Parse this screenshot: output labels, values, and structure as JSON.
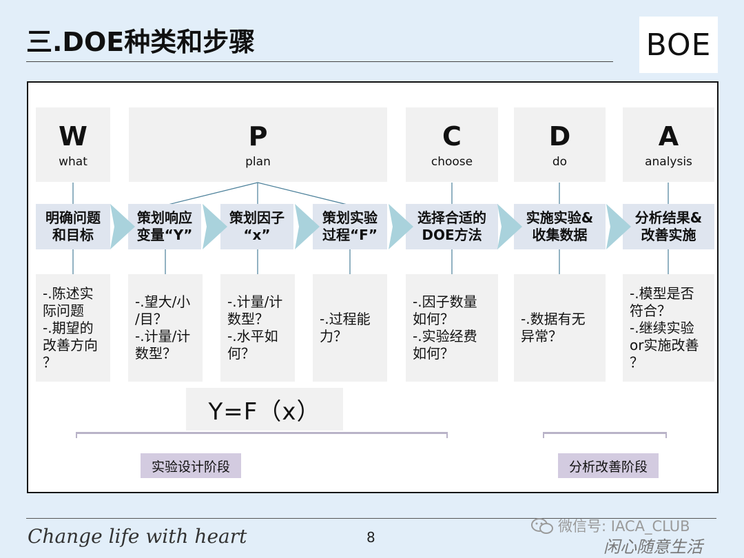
{
  "slide": {
    "title": "三.DOE种类和步骤",
    "logo_text": "BOE",
    "footer_slogan": "Change life with heart",
    "page_number": "8",
    "watermark_text": "微信号: IACA_CLUB",
    "watermark_signature": "闲心随意生活"
  },
  "phases": [
    {
      "key": "W",
      "word": "what"
    },
    {
      "key": "P",
      "word": "plan"
    },
    {
      "key": "C",
      "word": "choose"
    },
    {
      "key": "D",
      "word": "do"
    },
    {
      "key": "A",
      "word": "analysis"
    }
  ],
  "steps": [
    {
      "label": "明确问题\n和目标",
      "desc": "-.陈述实\n际问题\n-.期望的\n改善方向\n？"
    },
    {
      "label": "策划响应\n变量“Y”",
      "desc": "-.望大/小\n/目？\n-.计量/计\n数型？"
    },
    {
      "label": "策划因子\n“x”",
      "desc": "-.计量/计\n数型？\n-.水平如\n何？"
    },
    {
      "label": "策划实验\n过程“F”",
      "desc": "-.过程能\n力？"
    },
    {
      "label": "选择合适的\nDOE方法",
      "desc": "-.因子数量\n如何？\n-.实验经费\n如何？"
    },
    {
      "label": "实施实验&\n收集数据",
      "desc": "-.数据有无\n异常？"
    },
    {
      "label": "分析结果&\n改善实施",
      "desc": "-.模型是否\n符合？\n-.继续实验\nor实施改善\n？"
    }
  ],
  "formula": "Y=F（x）",
  "stages": [
    {
      "label": "实验设计阶段"
    },
    {
      "label": "分析改善阶段"
    }
  ],
  "colors": {
    "background": "#e2eef9",
    "step_box": "#dfe5ef",
    "arrow": "#a9d2dc",
    "gray_box": "#f1f1f1",
    "stage_label": "#d3cbe0",
    "stage_line": "#b9b3c8",
    "connector": "#4a7f99"
  }
}
